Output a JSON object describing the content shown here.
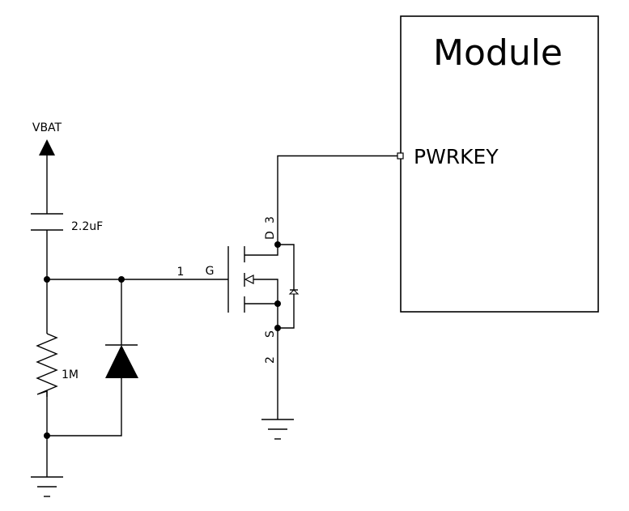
{
  "diagram": {
    "type": "circuit-schematic",
    "module": {
      "title": "Module",
      "pin_label": "PWRKEY"
    },
    "power": {
      "label": "VBAT"
    },
    "capacitor": {
      "value": "2.2uF"
    },
    "resistor": {
      "value": "1M"
    },
    "mosfet": {
      "gate_pin_number": "1",
      "gate_label": "G",
      "drain_label": "D",
      "drain_pin_number": "3",
      "source_label": "S",
      "source_pin_number": "2"
    },
    "colors": {
      "line": "#000000",
      "background": "#ffffff"
    }
  }
}
